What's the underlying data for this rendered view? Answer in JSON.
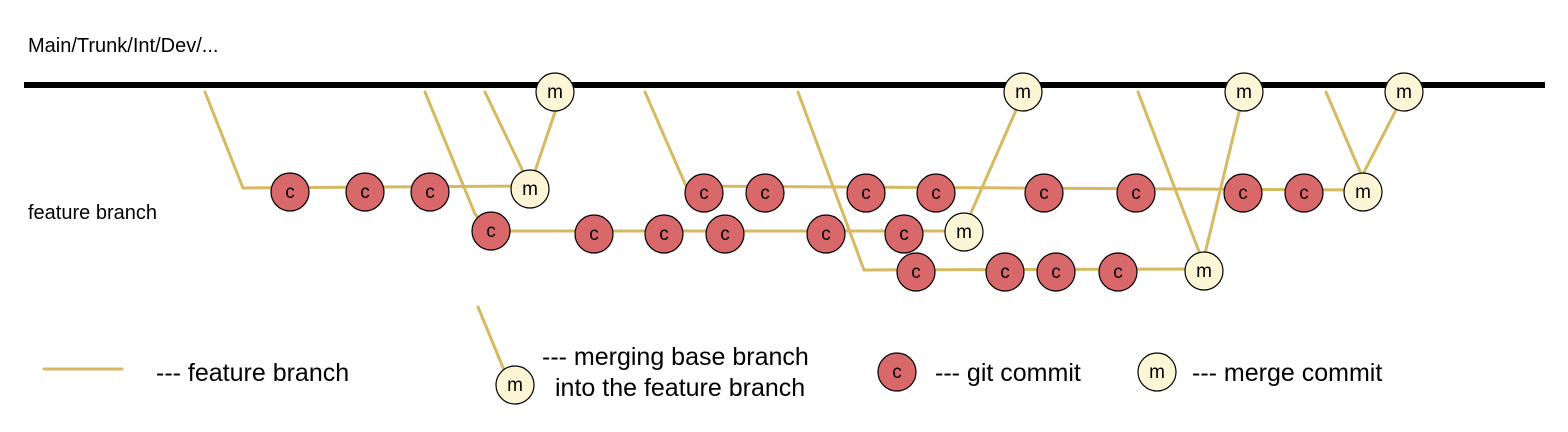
{
  "labels": {
    "trunk": "Main/Trunk/Int/Dev/...",
    "feature": "feature branch"
  },
  "nodes": {
    "commit_letter": "c",
    "merge_letter": "m"
  },
  "legend": {
    "feature_branch": "--- feature branch",
    "merging_line1": "--- merging base branch",
    "merging_line2": "into the feature branch",
    "git_commit": "--- git commit",
    "merge_commit": "--- merge commit"
  },
  "colors": {
    "trunk": "#000000",
    "branch_line": "#d6b961",
    "commit_fill": "#d9686a",
    "merge_fill": "#fdf6d6",
    "node_stroke": "#000000"
  }
}
